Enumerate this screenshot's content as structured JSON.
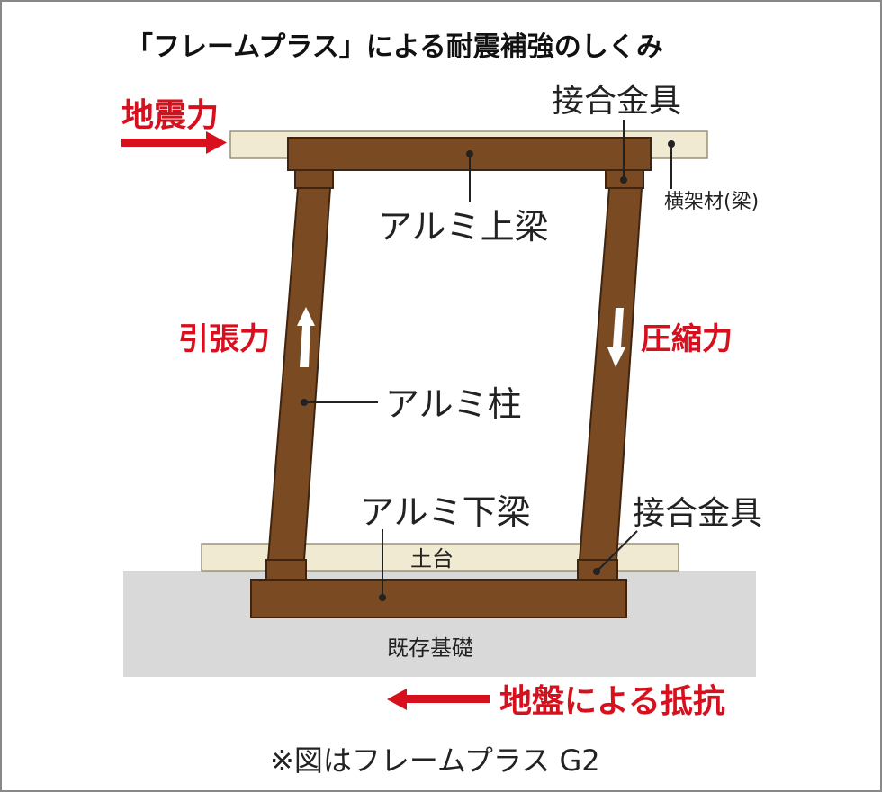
{
  "title": "「フレームプラス」による耐震補強のしくみ",
  "labels": {
    "seismic_force": "地震力",
    "top_joint": "接合金具",
    "beam": "横架材(梁)",
    "upper_beam": "アルミ上梁",
    "tension": "引張力",
    "compression": "圧縮力",
    "column": "アルミ柱",
    "lower_beam": "アルミ下梁",
    "bottom_joint": "接合金具",
    "sill": "土台",
    "foundation": "既存基礎",
    "ground_resistance": "地盤による抵抗"
  },
  "note": "※図はフレームプラス G2",
  "colors": {
    "frame": "#7a4a22",
    "frame_stroke": "#3f2410",
    "wood": "#f1ead2",
    "foundation": "#d9d9d9",
    "force_red": "#d7101e",
    "border": "#888888"
  }
}
